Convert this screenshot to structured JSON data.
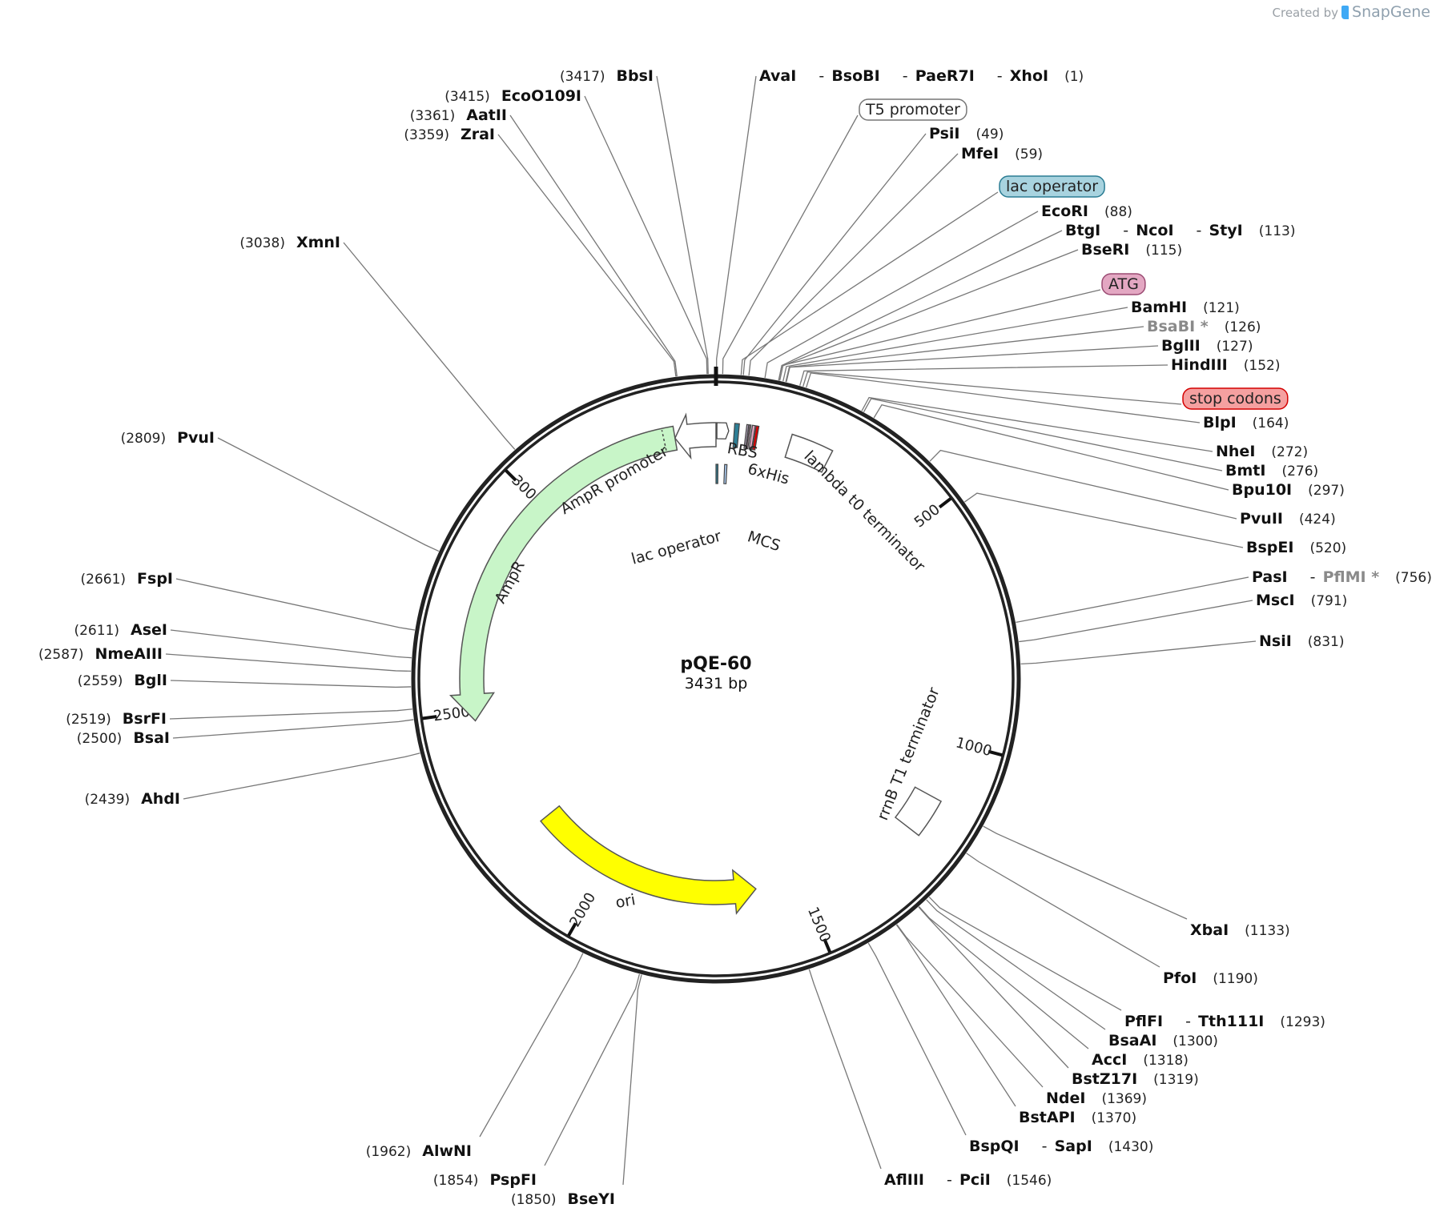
{
  "credit": {
    "prefix": "Created by",
    "brand": "SnapGene"
  },
  "plasmid": {
    "name": "pQE-60",
    "size_label": "3431 bp",
    "length_bp": 3431
  },
  "colors": {
    "backbone": "#222222",
    "AmpR": "#c8f5c8",
    "ori": "#ffff00",
    "lac_operator": "#2e7f96",
    "MCS": "#a9c9ef",
    "ATG_box": "#e3a7c2",
    "stop_box": "#f5a0a0",
    "lac_box": "#a8d3df",
    "stop_marker": "#dd0000",
    "his_marker": "#c08aa6"
  },
  "ticks": [
    {
      "bp": 500,
      "label": "500"
    },
    {
      "bp": 1000,
      "label": "1000"
    },
    {
      "bp": 1500,
      "label": "1500"
    },
    {
      "bp": 2000,
      "label": "2000"
    },
    {
      "bp": 2500,
      "label": "2500"
    },
    {
      "bp": 3000,
      "label": "3000"
    }
  ],
  "features": [
    {
      "name": "AmpR",
      "label": "AmpR",
      "start": 2479,
      "end": 3339,
      "direction": "ccw",
      "color": "#c8f5c8"
    },
    {
      "name": "AmpR promoter",
      "label": "AmpR promoter",
      "start": 3339,
      "end": 3431,
      "direction": "ccw",
      "color": "#ffffff"
    },
    {
      "name": "ori",
      "label": "ori",
      "start": 1613,
      "end": 2201,
      "direction": "ccw",
      "color": "#ffff00"
    },
    {
      "name": "rrnB T1 terminator",
      "label": "rrnB T1 terminator",
      "start": 1130,
      "end": 1217,
      "direction": "none",
      "color": "#ffffff"
    },
    {
      "name": "lambda t0 terminator",
      "label": "lambda t0 terminator",
      "start": 165,
      "end": 258,
      "direction": "none",
      "color": "#ffffff"
    }
  ],
  "inner_labels": [
    {
      "text": "RBS"
    },
    {
      "text": "6xHis"
    },
    {
      "text": "lac operator"
    },
    {
      "text": "MCS"
    }
  ],
  "feature_callouts": [
    {
      "text": "T5 promoter",
      "color": "#ffffff"
    },
    {
      "text": "lac operator",
      "color": "#a8d3df"
    },
    {
      "text": "ATG",
      "color": "#e3a7c2"
    },
    {
      "text": "stop codons",
      "color": "#f5a0a0"
    }
  ],
  "sites_right": [
    {
      "names": [
        "AvaI",
        "BsoBI",
        "PaeR7I",
        "XhoI"
      ],
      "pos": "(1)",
      "bp": 1
    },
    {
      "names": [
        "PsiI"
      ],
      "pos": "(49)",
      "bp": 49
    },
    {
      "names": [
        "MfeI"
      ],
      "pos": "(59)",
      "bp": 59
    },
    {
      "names": [
        "EcoRI"
      ],
      "pos": "(88)",
      "bp": 88
    },
    {
      "names": [
        "BtgI",
        "NcoI",
        "StyI"
      ],
      "pos": "(113)",
      "bp": 113
    },
    {
      "names": [
        "BseRI"
      ],
      "pos": "(115)",
      "bp": 115
    },
    {
      "names": [
        "BamHI"
      ],
      "pos": "(121)",
      "bp": 121
    },
    {
      "names": [
        "BsaBI *"
      ],
      "pos": "(126)",
      "bp": 126,
      "dim": true
    },
    {
      "names": [
        "BglII"
      ],
      "pos": "(127)",
      "bp": 127
    },
    {
      "names": [
        "HindIII"
      ],
      "pos": "(152)",
      "bp": 152
    },
    {
      "names": [
        "BlpI"
      ],
      "pos": "(164)",
      "bp": 164
    },
    {
      "names": [
        "NheI"
      ],
      "pos": "(272)",
      "bp": 272
    },
    {
      "names": [
        "BmtI"
      ],
      "pos": "(276)",
      "bp": 276
    },
    {
      "names": [
        "Bpu10I"
      ],
      "pos": "(297)",
      "bp": 297
    },
    {
      "names": [
        "PvuII"
      ],
      "pos": "(424)",
      "bp": 424
    },
    {
      "names": [
        "BspEI"
      ],
      "pos": "(520)",
      "bp": 520
    },
    {
      "names": [
        "PasI",
        "PflMI *"
      ],
      "pos": "(756)",
      "bp": 756,
      "dim_second": true
    },
    {
      "names": [
        "MscI"
      ],
      "pos": "(791)",
      "bp": 791
    },
    {
      "names": [
        "NsiI"
      ],
      "pos": "(831)",
      "bp": 831
    },
    {
      "names": [
        "XbaI"
      ],
      "pos": "(1133)",
      "bp": 1133
    },
    {
      "names": [
        "PfoI"
      ],
      "pos": "(1190)",
      "bp": 1190
    },
    {
      "names": [
        "PflFI",
        "Tth111I"
      ],
      "pos": "(1293)",
      "bp": 1293
    },
    {
      "names": [
        "BsaAI"
      ],
      "pos": "(1300)",
      "bp": 1300
    },
    {
      "names": [
        "AccI"
      ],
      "pos": "(1318)",
      "bp": 1318
    },
    {
      "names": [
        "BstZ17I"
      ],
      "pos": "(1319)",
      "bp": 1319
    },
    {
      "names": [
        "NdeI"
      ],
      "pos": "(1369)",
      "bp": 1369
    },
    {
      "names": [
        "BstAPI"
      ],
      "pos": "(1370)",
      "bp": 1370
    },
    {
      "names": [
        "BspQI",
        "SapI"
      ],
      "pos": "(1430)",
      "bp": 1430
    },
    {
      "names": [
        "AflIII",
        "PciI"
      ],
      "pos": "(1546)",
      "bp": 1546
    }
  ],
  "sites_left": [
    {
      "names": [
        "BbsI"
      ],
      "pos": "(3417)",
      "bp": 3417
    },
    {
      "names": [
        "EcoO109I"
      ],
      "pos": "(3415)",
      "bp": 3415
    },
    {
      "names": [
        "AatII"
      ],
      "pos": "(3361)",
      "bp": 3361
    },
    {
      "names": [
        "ZraI"
      ],
      "pos": "(3359)",
      "bp": 3359
    },
    {
      "names": [
        "XmnI"
      ],
      "pos": "(3038)",
      "bp": 3038
    },
    {
      "names": [
        "PvuI"
      ],
      "pos": "(2809)",
      "bp": 2809
    },
    {
      "names": [
        "FspI"
      ],
      "pos": "(2661)",
      "bp": 2661
    },
    {
      "names": [
        "AseI"
      ],
      "pos": "(2611)",
      "bp": 2611
    },
    {
      "names": [
        "NmeAIII"
      ],
      "pos": "(2587)",
      "bp": 2587
    },
    {
      "names": [
        "BglI"
      ],
      "pos": "(2559)",
      "bp": 2559
    },
    {
      "names": [
        "BsrFI"
      ],
      "pos": "(2519)",
      "bp": 2519
    },
    {
      "names": [
        "BsaI"
      ],
      "pos": "(2500)",
      "bp": 2500
    },
    {
      "names": [
        "AhdI"
      ],
      "pos": "(2439)",
      "bp": 2439
    },
    {
      "names": [
        "AlwNI"
      ],
      "pos": "(1962)",
      "bp": 1962
    },
    {
      "names": [
        "PspFI"
      ],
      "pos": "(1854)",
      "bp": 1854
    },
    {
      "names": [
        "BseYI"
      ],
      "pos": "(1850)",
      "bp": 1850
    }
  ]
}
